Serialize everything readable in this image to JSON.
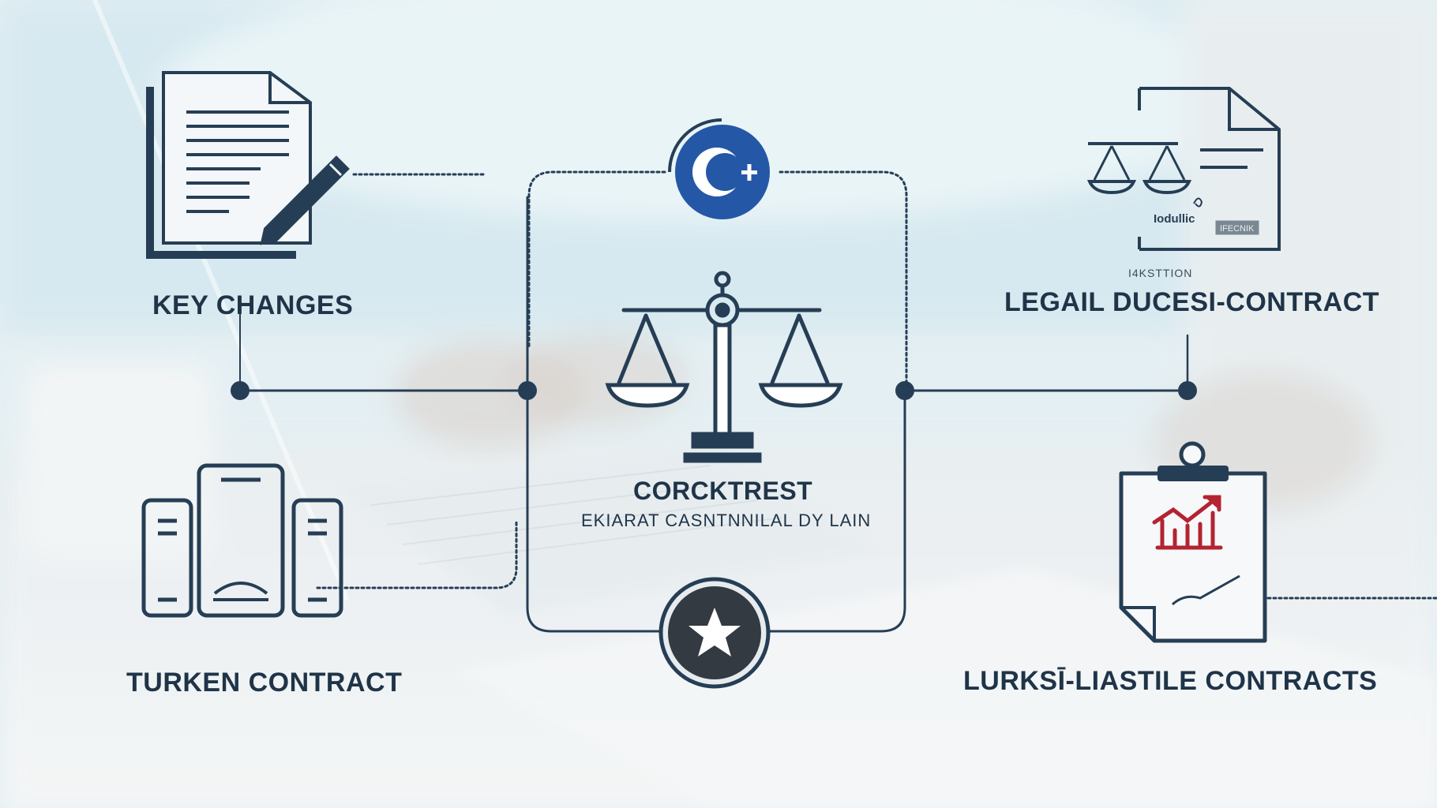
{
  "nodes": {
    "key_changes": {
      "label": "KEY CHANGES"
    },
    "turken_contract": {
      "label": "TURKEN CONTRACT"
    },
    "center": {
      "title": "CORCKTREST",
      "subtitle": "EKIARAT CASNTNNILAL DY LAIN",
      "badge_symbol": "C+"
    },
    "legal_contract": {
      "label": "LEGAIL DUCESI-CONTRACT",
      "small_label": "I4KSTTION",
      "doc_text_1": "Iodullic",
      "doc_text_2": "IFECNIK"
    },
    "lurksi_contracts": {
      "label": "LURKSĪ-LIASTILE CONTRACTS"
    }
  },
  "colors": {
    "navy": "#263e55",
    "badge_blue": "#2458a6",
    "star_dark": "#333a42",
    "chart_red": "#b42332"
  },
  "icons": [
    "document-pen-icon",
    "c-plus-badge-icon",
    "scales-of-justice-icon",
    "legal-document-scales-icon",
    "devices-icon",
    "star-badge-icon",
    "clipboard-chart-icon"
  ]
}
